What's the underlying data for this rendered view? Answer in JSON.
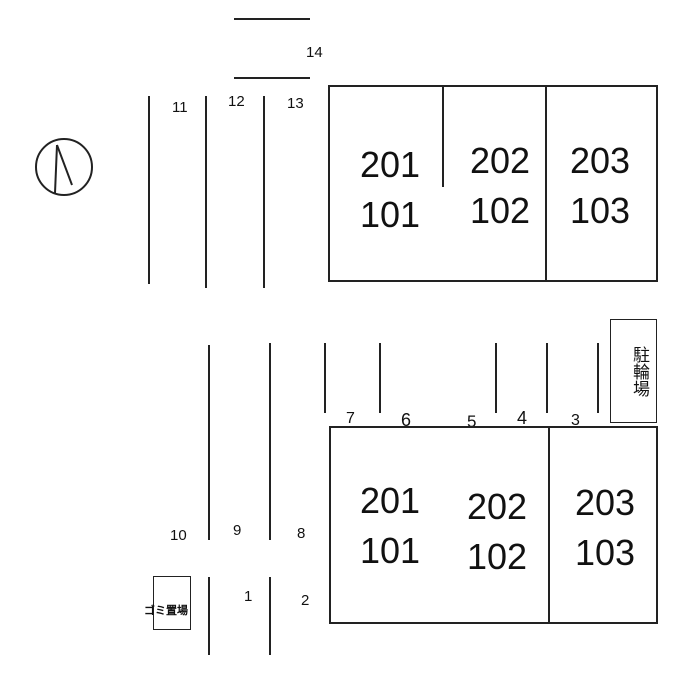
{
  "parking_spaces": [
    "1",
    "2",
    "3",
    "4",
    "5",
    "6",
    "7",
    "8",
    "9",
    "10",
    "11",
    "12",
    "13",
    "14"
  ],
  "building_top": {
    "units": [
      {
        "upper": "201",
        "lower": "101"
      },
      {
        "upper": "202",
        "lower": "102"
      },
      {
        "upper": "203",
        "lower": "103"
      }
    ]
  },
  "building_bottom": {
    "units": [
      {
        "upper": "201",
        "lower": "101"
      },
      {
        "upper": "202",
        "lower": "102"
      },
      {
        "upper": "203",
        "lower": "103"
      }
    ]
  },
  "bicycle_parking": "駐輪場",
  "garbage_area": "ゴミ置場"
}
